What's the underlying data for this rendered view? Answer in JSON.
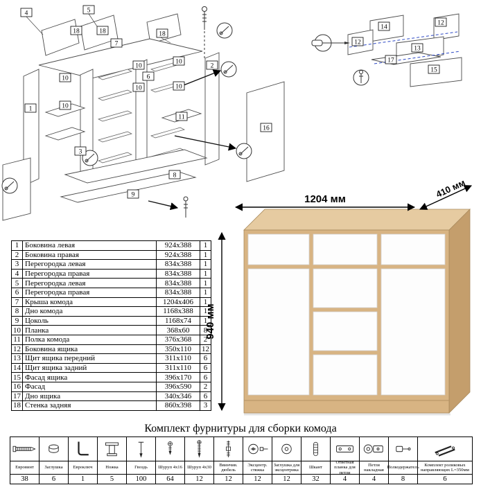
{
  "dimensions": {
    "width": "1204 мм",
    "depth": "410 мм",
    "height": "940 мм"
  },
  "parts_table": {
    "rows": [
      {
        "n": "1",
        "name": "Боковина левая",
        "size": "924х388",
        "q": "1"
      },
      {
        "n": "2",
        "name": "Боковина правая",
        "size": "924х388",
        "q": "1"
      },
      {
        "n": "3",
        "name": "Перегородка левая",
        "size": "834х388",
        "q": "1"
      },
      {
        "n": "4",
        "name": "Перегородка правая",
        "size": "834х388",
        "q": "1"
      },
      {
        "n": "5",
        "name": "Перегородка левая",
        "size": "834х388",
        "q": "1"
      },
      {
        "n": "6",
        "name": "Перегородка правая",
        "size": "834х388",
        "q": "1"
      },
      {
        "n": "7",
        "name": "Крыша комода",
        "size": "1204х406",
        "q": "1"
      },
      {
        "n": "8",
        "name": "Дно комода",
        "size": "1168х388",
        "q": "1"
      },
      {
        "n": "9",
        "name": "Цоколь",
        "size": "1168х74",
        "q": "1"
      },
      {
        "n": "10",
        "name": "Планка",
        "size": "368х60",
        "q": "8"
      },
      {
        "n": "11",
        "name": "Полка комода",
        "size": "376х368",
        "q": "2"
      },
      {
        "n": "12",
        "name": "Боковина ящика",
        "size": "350х110",
        "q": "12"
      },
      {
        "n": "13",
        "name": "Щит ящика передний",
        "size": "311х110",
        "q": "6"
      },
      {
        "n": "14",
        "name": "Щит ящика задний",
        "size": "311х110",
        "q": "6"
      },
      {
        "n": "15",
        "name": "Фасад ящика",
        "size": "396х170",
        "q": "6"
      },
      {
        "n": "16",
        "name": "Фасад",
        "size": "396х590",
        "q": "2"
      },
      {
        "n": "17",
        "name": "Дно ящика",
        "size": "340х346",
        "q": "6"
      },
      {
        "n": "18",
        "name": "Стенка задняя",
        "size": "860х398",
        "q": "3"
      }
    ]
  },
  "diagram": {
    "left_labels": [
      "4",
      "5",
      "18",
      "18",
      "7",
      "18",
      "1",
      "10",
      "10",
      "6",
      "10",
      "10",
      "10",
      "10",
      "11",
      "3",
      "2",
      "16",
      "9",
      "8"
    ],
    "right_labels": [
      "14",
      "12",
      "12",
      "13",
      "17",
      "15"
    ]
  },
  "hardware": {
    "title": "Комплект фурнитуры для сборки комода",
    "items": [
      {
        "name": "Евровинт",
        "qty": "38",
        "icon": "#ic-eurovint"
      },
      {
        "name": "Заглушка",
        "qty": "6",
        "icon": "#ic-zaglushka"
      },
      {
        "name": "Евроключ",
        "qty": "1",
        "icon": "#ic-euroklyuch"
      },
      {
        "name": "Ножка",
        "qty": "5",
        "icon": "#ic-nozhka"
      },
      {
        "name": "Гвоздь",
        "qty": "100",
        "icon": "#ic-gvozd"
      },
      {
        "name": "Шуруп 4х16",
        "qty": "64",
        "icon": "#ic-shurup16"
      },
      {
        "name": "Шуруп 4х30",
        "qty": "12",
        "icon": "#ic-shurup30"
      },
      {
        "name": "Ввинчив. дюбель",
        "qty": "12",
        "icon": "#ic-dyubel"
      },
      {
        "name": "Эксцентр. стяжка",
        "qty": "12",
        "icon": "#ic-excenter"
      },
      {
        "name": "Заглушка для эксцентрика",
        "qty": "12",
        "icon": "#ic-zagl-exc"
      },
      {
        "name": "Шкант",
        "qty": "32",
        "icon": "#ic-shkant"
      },
      {
        "name": "Ответная планка для петли",
        "qty": "4",
        "icon": "#ic-planka"
      },
      {
        "name": "Петля накладная",
        "qty": "4",
        "icon": "#ic-petlya"
      },
      {
        "name": "Полкодержатель",
        "qty": "8",
        "icon": "#ic-polkoderzh"
      },
      {
        "name": "Комплект роликовых направляющих L=350мм",
        "qty": "6",
        "icon": "#ic-guides"
      }
    ]
  }
}
